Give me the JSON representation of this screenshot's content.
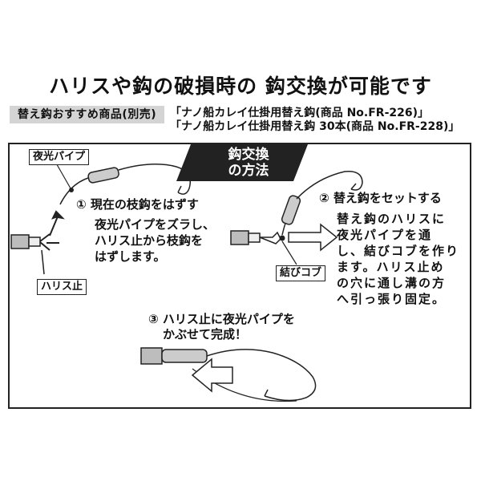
{
  "headline": "ハリスや鈎の破損時の 鈎交換が可能です",
  "recommend": {
    "badge": "替え鈎おすすめ商品(別売)",
    "products": [
      "「ナノ船カレイ仕掛用替え鈎(商品 No.FR-226)」",
      "「ナノ船カレイ仕掛用替え鈎 30本(商品 No.FR-228)」"
    ]
  },
  "banner": {
    "line1": "鈎交換",
    "line2": "の方法"
  },
  "labels": {
    "pipe": "夜光パイプ",
    "stopper": "ハリス止",
    "knot": "結びコブ"
  },
  "steps": {
    "step1": {
      "title": "① 現在の枝鈎をはずす",
      "body": [
        "夜光パイプをズラし、",
        "ハリス止から枝鈎を",
        "はずします。"
      ]
    },
    "step2": {
      "title": "② 替え鈎をセットする",
      "body": [
        "替え鈎のハリスに",
        "夜光パイプを通",
        "し、結びコブを作り",
        "ます。ハリス止め",
        "の穴に通し溝の方",
        "へ引っ張り固定。"
      ]
    },
    "step3": {
      "title": [
        "③ ハリス止に夜光パイプを",
        "かぶせて完成！"
      ]
    }
  }
}
